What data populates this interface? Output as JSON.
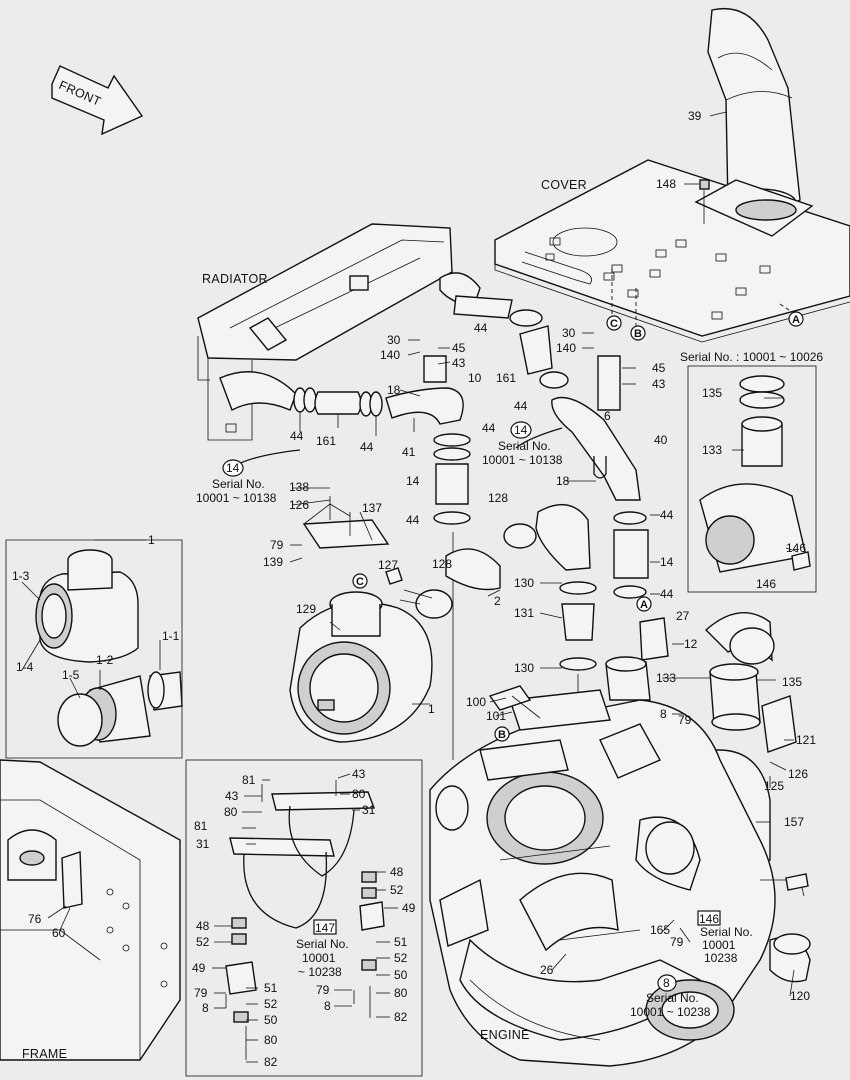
{
  "section_names": {
    "front": "FRONT",
    "cover": "COVER",
    "radiator": "RADIATOR",
    "frame": "FRAME",
    "engine": "ENGINE"
  },
  "serial_notes": {
    "sn_10001_10026": "Serial No. : 10001 ~ 10026",
    "sn_14_right_a": "Serial No.",
    "sn_14_right_b": "10001 ~ 10138",
    "sn_14_left_a": "Serial No.",
    "sn_14_left_b": "10001 ~ 10138",
    "sn_147_a": "Serial No.",
    "sn_147_b": "10001",
    "sn_147_c": "~ 10238",
    "sn_146_a": "Serial No.",
    "sn_146_b": "10001",
    "sn_146_c": "10238",
    "sn_8_a": "Serial No.",
    "sn_8_b": "10001 ~ 10238"
  },
  "ref_markers": {
    "a": "A",
    "b": "B",
    "c": "C"
  },
  "callouts": {
    "c39": "39",
    "c148": "148",
    "c30a": "30",
    "c140a": "140",
    "c45a": "45",
    "c43a": "43",
    "c10": "10",
    "c44a": "44",
    "c161a": "161",
    "c44b": "44",
    "c30b": "30",
    "c140b": "140",
    "c45b": "45",
    "c43b": "43",
    "c6": "6",
    "c40": "40",
    "c18a": "18",
    "c18b": "18",
    "c44c": "44",
    "c161b": "161",
    "c44d": "44",
    "c41": "41",
    "c14a": "14",
    "c14b": "14",
    "c14c": "14",
    "c14d": "14",
    "c44e": "44",
    "c44f": "44",
    "c44g": "44",
    "c44h": "44",
    "c128a": "128",
    "c128b": "128",
    "c138": "138",
    "c126a": "126",
    "c137": "137",
    "c79a": "79",
    "c139": "139",
    "c127": "127",
    "c129": "129",
    "c2": "2",
    "c130a": "130",
    "c130b": "130",
    "c131": "131",
    "c1": "1",
    "c1b": "1",
    "c12": "12",
    "c27": "27",
    "c133a": "133",
    "c135a": "135",
    "c133b": "133",
    "c135b": "135",
    "c146a": "146",
    "c146b": "146",
    "c121": "121",
    "c126b": "126",
    "c125": "125",
    "c157": "157",
    "c100": "100",
    "c101": "101",
    "c8a": "8",
    "c79b": "79",
    "c1_3": "1-3",
    "c1_4": "1-4",
    "c1_5": "1-5",
    "c1_2": "1-2",
    "c1_1": "1-1",
    "c76": "76",
    "c60": "60",
    "c81a": "81",
    "c43c": "43",
    "c43d": "43",
    "c80a": "80",
    "c80b": "80",
    "c31a": "31",
    "c81b": "81",
    "c31b": "31",
    "c48a": "48",
    "c52a": "52",
    "c49a": "49",
    "c48b": "48",
    "c52b": "52",
    "c51a": "51",
    "c52c": "52",
    "c50a": "50",
    "c49b": "49",
    "c79c": "79",
    "c8b": "8",
    "c51b": "51",
    "c52d": "52",
    "c50b": "50",
    "c80c": "80",
    "c82a": "82",
    "c79d": "79",
    "c8c": "8",
    "c80d": "80",
    "c82b": "82",
    "c147": "147",
    "c165": "165",
    "c79e": "79",
    "c146c": "146",
    "c26": "26",
    "c120": "120",
    "c8d": "8"
  }
}
